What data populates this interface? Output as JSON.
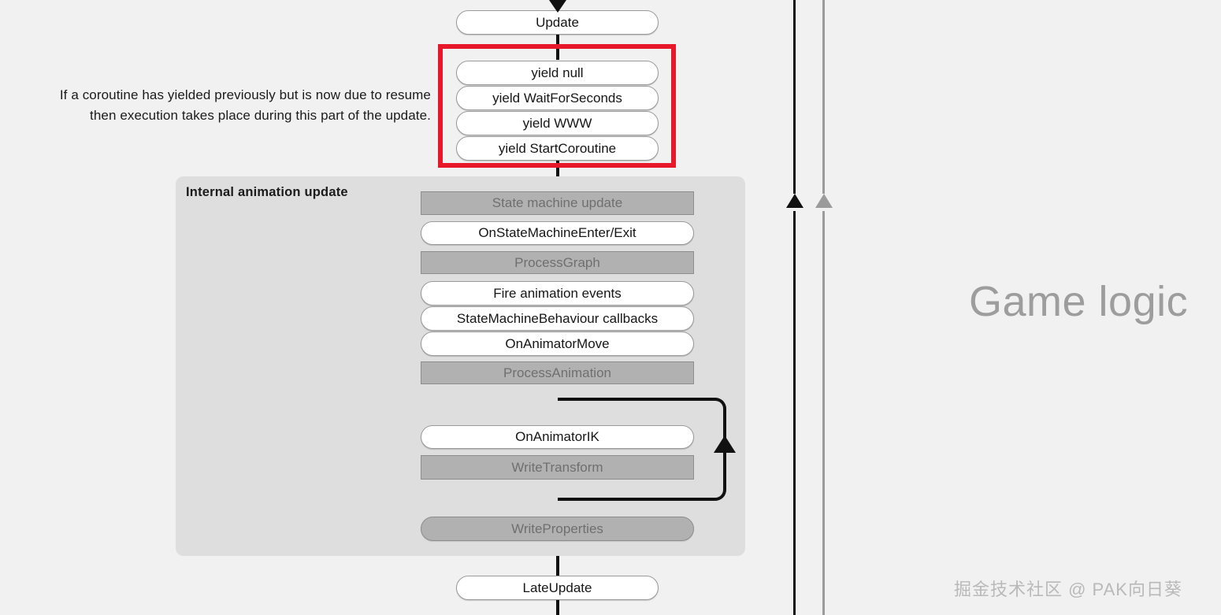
{
  "diagram": {
    "background_color": "#f1f1f1",
    "note": "If a coroutine has yielded previously but is now due to resume then execution takes place during this part of the update.",
    "update_node": "Update",
    "late_update_node": "LateUpdate",
    "highlight_color": "#e8182b",
    "yield_group": {
      "items": [
        "yield null",
        "yield WaitForSeconds",
        "yield WWW",
        "yield StartCoroutine"
      ]
    },
    "section": {
      "title": "Internal animation update",
      "nodes": [
        {
          "label": "State machine update",
          "style": "rect-gray"
        },
        {
          "label": "OnStateMachineEnter/Exit",
          "style": "pill"
        },
        {
          "label": "ProcessGraph",
          "style": "rect-gray"
        },
        {
          "label": "Fire animation events",
          "style": "pill"
        },
        {
          "label": "StateMachineBehaviour callbacks",
          "style": "pill"
        },
        {
          "label": "OnAnimatorMove",
          "style": "pill"
        },
        {
          "label": "ProcessAnimation",
          "style": "rect-gray"
        },
        {
          "label": "OnAnimatorIK",
          "style": "pill"
        },
        {
          "label": "WriteTransform",
          "style": "rect-gray"
        },
        {
          "label": "WriteProperties",
          "style": "pill-gray"
        }
      ]
    },
    "lanes": {
      "black_lane_color": "#111111",
      "gray_lane_color": "#9b9b9b"
    },
    "game_logic_label": "Game logic",
    "watermark": "掘金技术社区 @ PAK向日葵"
  }
}
